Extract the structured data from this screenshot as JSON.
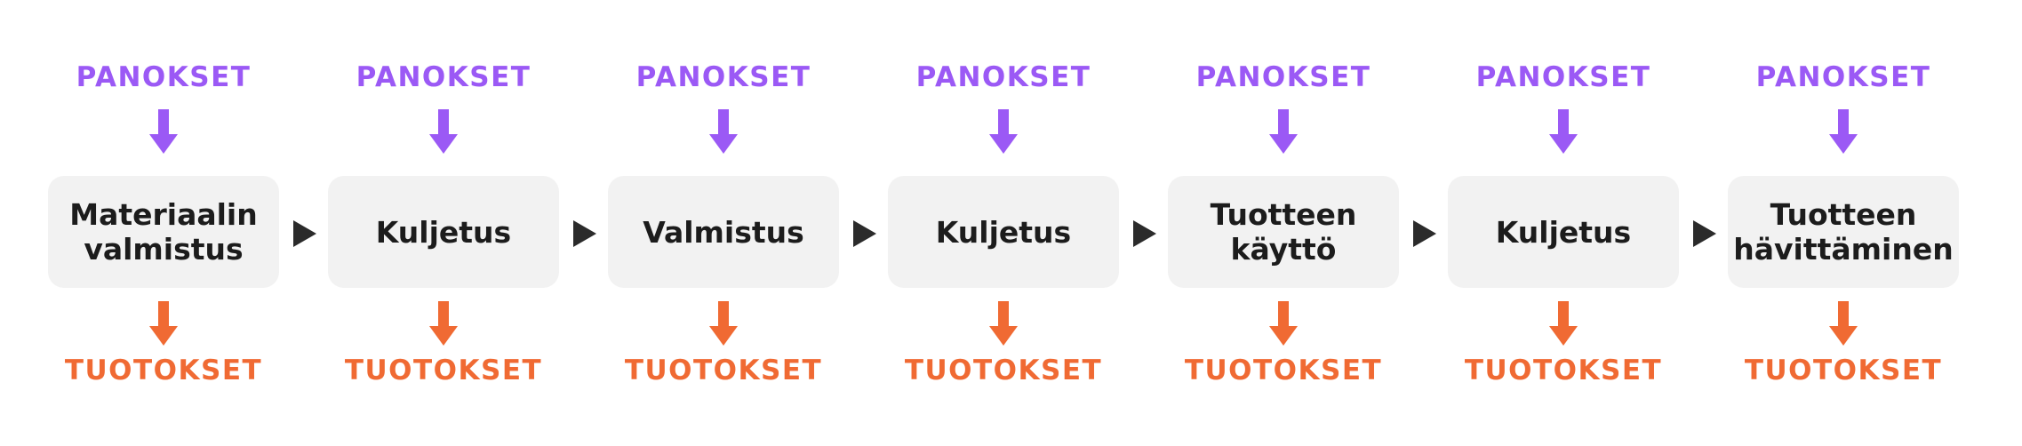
{
  "colors": {
    "input": "#9b59f5",
    "output": "#f06a33",
    "box": "#f2f2f2",
    "text": "#1c1c1c",
    "connector": "#2b2b2b"
  },
  "icons": {
    "input_arrow": "arrow-down-icon",
    "output_arrow": "arrow-down-icon",
    "connector": "triangle-right-icon"
  },
  "stages": [
    {
      "input_label": "PANOKSET",
      "title": "Materiaalin\nvalmistus",
      "output_label": "TUOTOKSET"
    },
    {
      "input_label": "PANOKSET",
      "title": "Kuljetus",
      "output_label": "TUOTOKSET"
    },
    {
      "input_label": "PANOKSET",
      "title": "Valmistus",
      "output_label": "TUOTOKSET"
    },
    {
      "input_label": "PANOKSET",
      "title": "Kuljetus",
      "output_label": "TUOTOKSET"
    },
    {
      "input_label": "PANOKSET",
      "title": "Tuotteen\nkäyttö",
      "output_label": "TUOTOKSET"
    },
    {
      "input_label": "PANOKSET",
      "title": "Kuljetus",
      "output_label": "TUOTOKSET"
    },
    {
      "input_label": "PANOKSET",
      "title": "Tuotteen\nhävittäminen",
      "output_label": "TUOTOKSET"
    }
  ]
}
